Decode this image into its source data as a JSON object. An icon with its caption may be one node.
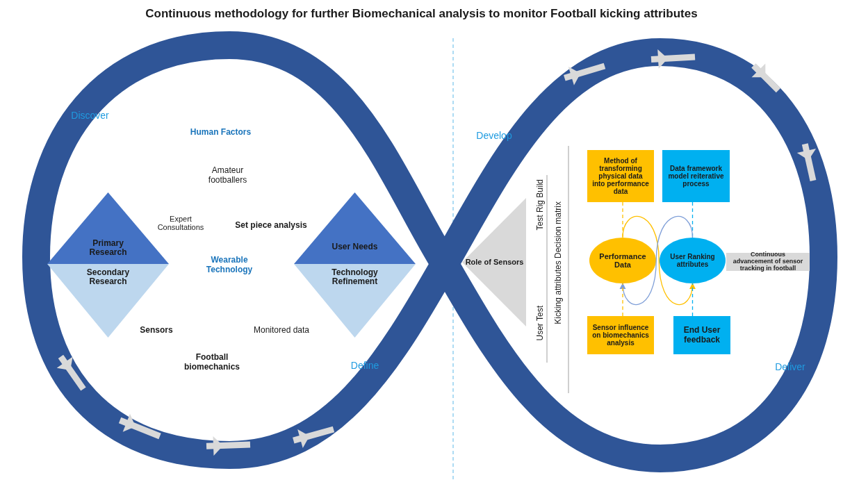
{
  "diagram": {
    "title": "Continuous methodology for further Biomechanical analysis to monitor Football kicking attributes",
    "nodes": [
      {
        "text": [
          "Primary Research"
        ]
      },
      {
        "text": [
          "Secondary Research"
        ]
      },
      {
        "text": [
          "User Needs"
        ]
      },
      {
        "text": [
          "Technology Refinement"
        ]
      },
      {
        "text": [
          "Role of Sensors"
        ]
      },
      {
        "text": [
          "Method of transforming physical data into performance data"
        ]
      },
      {
        "text": [
          "Data framework model reiterative process"
        ]
      },
      {
        "text": [
          "Performance Data"
        ]
      },
      {
        "text": [
          "User Ranking attributes"
        ]
      },
      {
        "text": [
          "Sensor influence on biomechanics analysis"
        ]
      },
      {
        "text": [
          "End User feedback"
        ]
      },
      {
        "text": [
          "Continuous advancement of sensor tracking in football"
        ]
      }
    ],
    "edges": [
      {
        "from": 5,
        "to": 7,
        "arrow": "none",
        "style": "dashed",
        "color": "#ffc000"
      },
      {
        "from": 6,
        "to": 8,
        "arrow": "none",
        "style": "dashed",
        "color": "#00b0f0"
      },
      {
        "from": 7,
        "to": 8,
        "arrow": "to",
        "color": "#ffc000"
      },
      {
        "from": 8,
        "to": 7,
        "arrow": "to",
        "color": "#7f9fd8"
      },
      {
        "from": 9,
        "to": 7,
        "arrow": "none",
        "style": "dashed",
        "color": "#ffc000"
      },
      {
        "from": 10,
        "to": 8,
        "arrow": "none",
        "style": "dashed",
        "color": "#00b0f0"
      }
    ],
    "labels": [
      "Discover",
      "Human Factors",
      "Amateur footballers",
      "Expert Consultations",
      "Set piece analysis",
      "Wearable Technology",
      "Sensors",
      "Monitored data",
      "Football biomechanics",
      "Define",
      "Develop",
      "Test Rig Build",
      "User Test",
      "Kicking attributes Decision matrix",
      "Deliver"
    ]
  }
}
